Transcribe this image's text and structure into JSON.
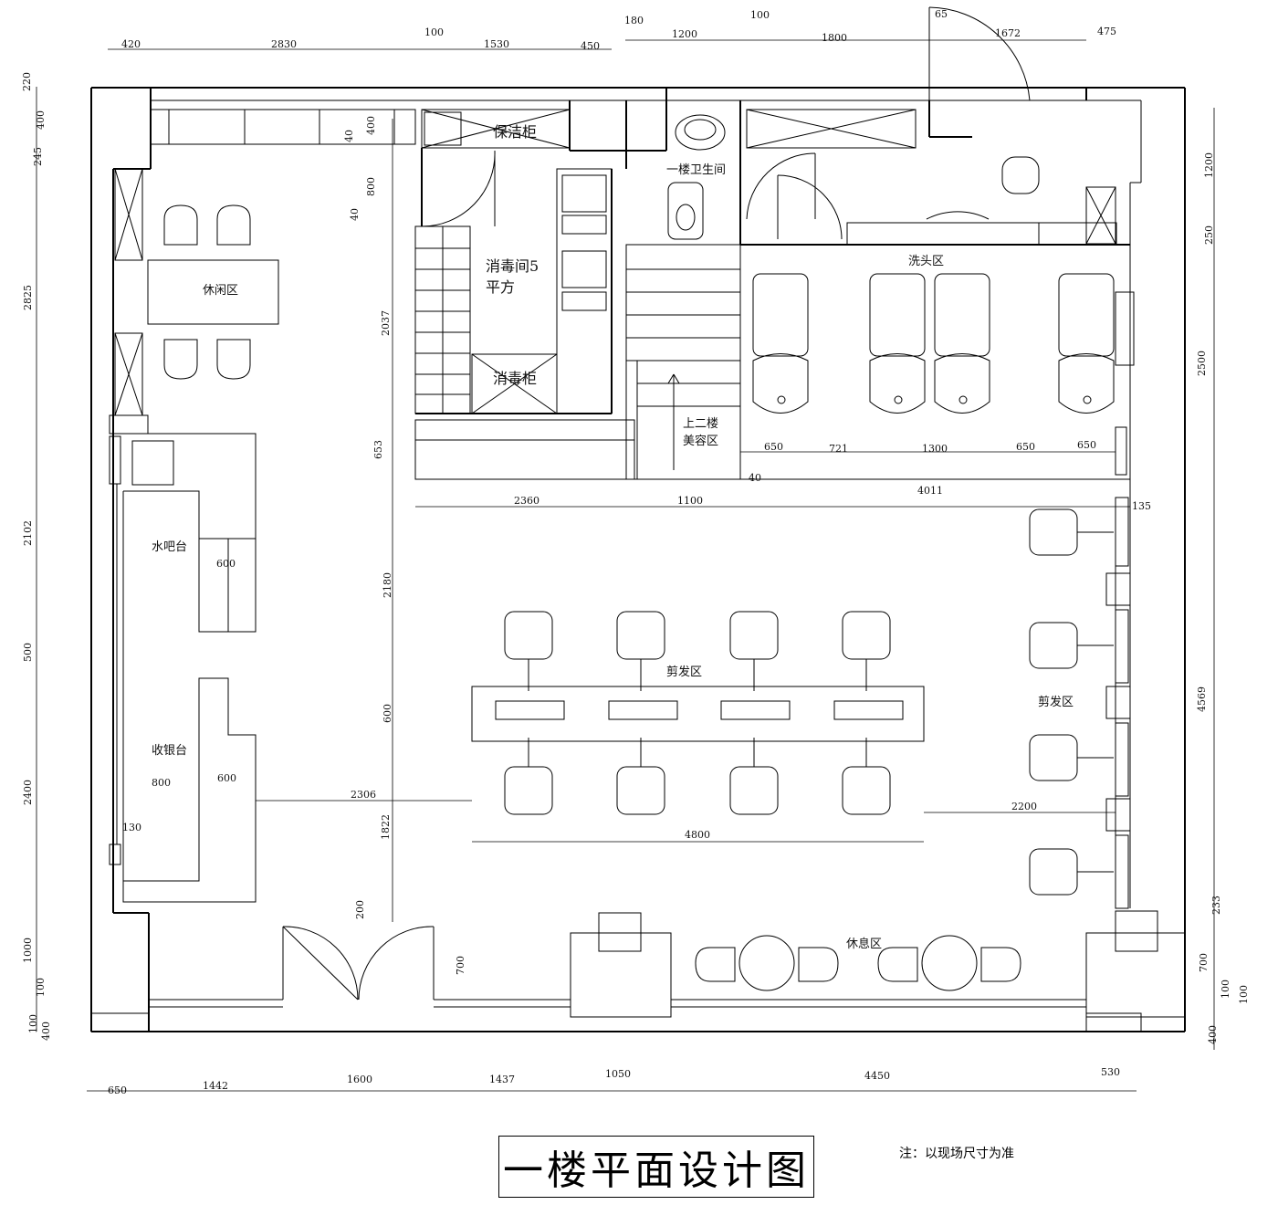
{
  "drawing_title": "一楼平面设计图",
  "note": "注：以现场尺寸为准",
  "rooms": {
    "leisure": "休闲区",
    "cleaning_cabinet": "保洁柜",
    "disinfection_room_line1": "消毒间5",
    "disinfection_room_line2": "平方",
    "disinfection_cabinet": "消毒柜",
    "bathroom": "一楼卫生间",
    "wash_area": "洗头区",
    "stairs_line1": "上二楼",
    "stairs_line2": "美容区",
    "water_bar": "水吧台",
    "cashier": "收银台",
    "haircut_center": "剪发区",
    "haircut_right": "剪发区",
    "rest_area": "休息区"
  },
  "dimensions": {
    "top_1": "420",
    "top_2": "2830",
    "top_3": "100",
    "top_4": "1530",
    "top_5": "450",
    "top_6": "180",
    "top_7": "1200",
    "top_8": "100",
    "top_9": "1800",
    "top_10": "65",
    "top_11": "1672",
    "top_12": "475",
    "bottom_1": "650",
    "bottom_2": "1442",
    "bottom_3": "1600",
    "bottom_4": "1437",
    "bottom_5": "1050",
    "bottom_6": "4450",
    "bottom_7": "530",
    "left_1": "220",
    "left_2": "400",
    "left_3": "245",
    "left_4": "2825",
    "left_5": "2102",
    "left_6": "500",
    "left_7": "2400",
    "left_8": "1000",
    "left_9": "100",
    "left_10": "100",
    "left_11": "400",
    "right_1": "1200",
    "right_2": "250",
    "right_3": "2500",
    "right_4": "135",
    "right_5": "4569",
    "right_6": "233",
    "right_7": "700",
    "right_8": "100",
    "right_9": "100",
    "right_10": "400",
    "inner_40a": "40",
    "inner_400": "400",
    "inner_800": "800",
    "inner_40b": "40",
    "inner_2037": "2037",
    "inner_653": "653",
    "inner_2360": "2360",
    "inner_1100": "1100",
    "inner_4011": "4011",
    "inner_40c": "40",
    "inner_2180": "2180",
    "inner_600v": "600",
    "inner_1822": "1822",
    "inner_200": "200",
    "inner_700": "700",
    "wash_650a": "650",
    "wash_721": "721",
    "wash_1300": "1300",
    "wash_650b": "650",
    "wash_650c": "650",
    "bar_600": "600",
    "cash_800": "800",
    "cash_600": "600",
    "cash_130": "130",
    "cut_2306": "2306",
    "cut_4800": "4800",
    "cut_2200": "2200"
  }
}
